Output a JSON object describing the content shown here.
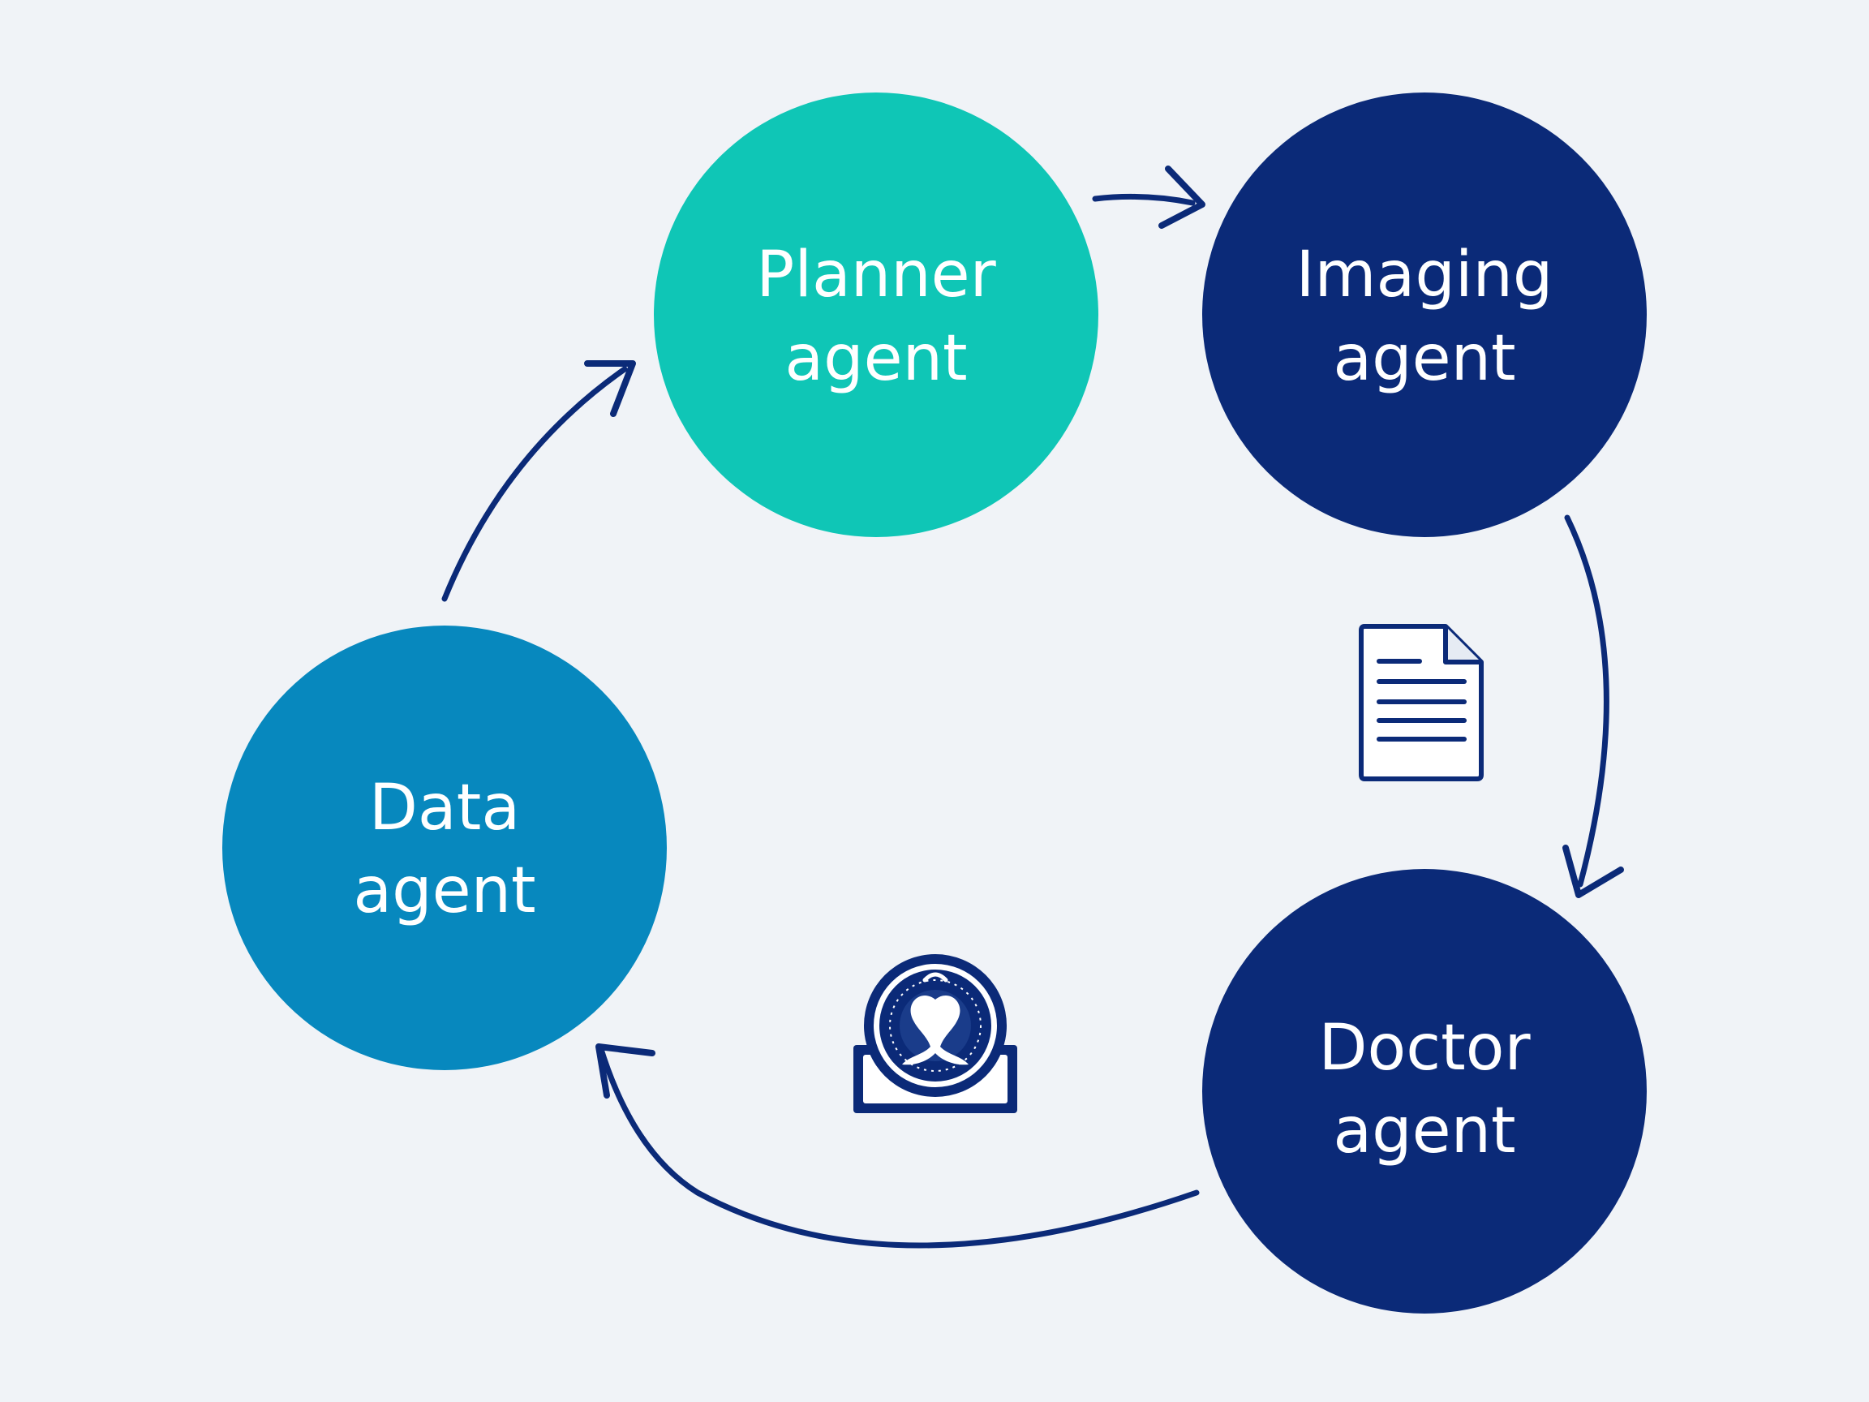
{
  "nodes": [
    {
      "id": "planner",
      "line1": "Planner",
      "line2": "agent",
      "color": "#0fc6b6"
    },
    {
      "id": "imaging",
      "line1": "Imaging",
      "line2": "agent",
      "color": "#0b2a78"
    },
    {
      "id": "doctor",
      "line1": "Doctor",
      "line2": "agent",
      "color": "#0b2a78"
    },
    {
      "id": "data",
      "line1": "Data",
      "line2": "agent",
      "color": "#0788be"
    }
  ],
  "edges": [
    {
      "from": "planner",
      "to": "imaging"
    },
    {
      "from": "imaging",
      "to": "doctor"
    },
    {
      "from": "doctor",
      "to": "data"
    },
    {
      "from": "data",
      "to": "planner"
    }
  ],
  "icons": [
    {
      "name": "document-icon",
      "between": [
        "imaging",
        "doctor"
      ]
    },
    {
      "name": "mri-scanner-icon",
      "between": [
        "doctor",
        "data"
      ]
    }
  ],
  "colors": {
    "arrow": "#0b2a78",
    "background": "#f0f3f7"
  }
}
